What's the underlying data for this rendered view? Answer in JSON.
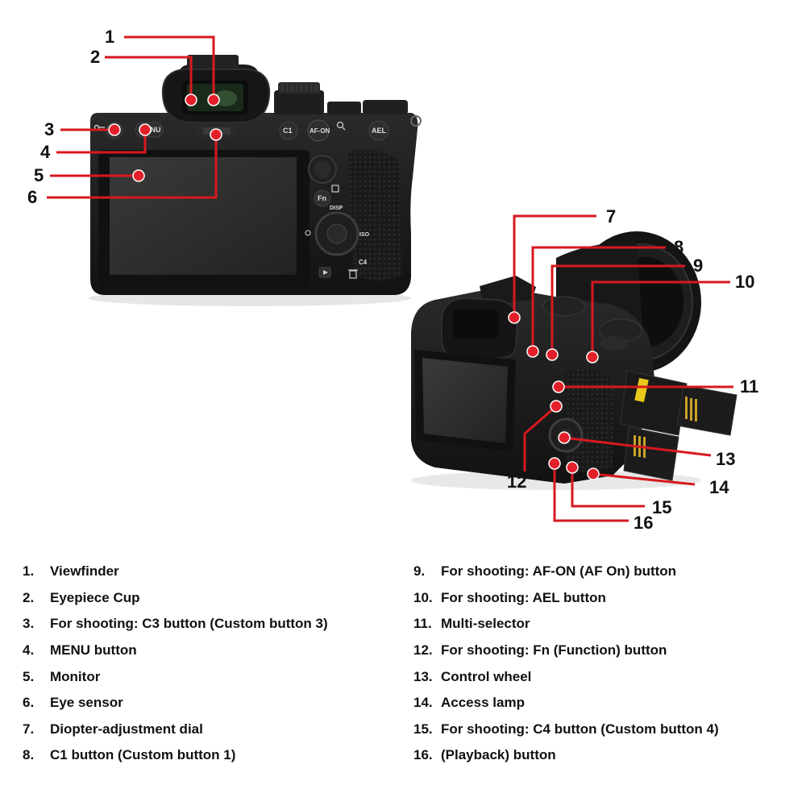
{
  "callouts": [
    {
      "id": 1,
      "label": "Viewfinder"
    },
    {
      "id": 2,
      "label": "Eyepiece Cup"
    },
    {
      "id": 3,
      "label": "For shooting: C3 button (Custom button 3)"
    },
    {
      "id": 4,
      "label": "MENU button"
    },
    {
      "id": 5,
      "label": "Monitor"
    },
    {
      "id": 6,
      "label": "Eye sensor"
    },
    {
      "id": 7,
      "label": "Diopter-adjustment dial"
    },
    {
      "id": 8,
      "label": "C1 button (Custom button 1)"
    },
    {
      "id": 9,
      "label": "For shooting: AF-ON (AF On) button"
    },
    {
      "id": 10,
      "label": "For shooting: AEL button"
    },
    {
      "id": 11,
      "label": "Multi-selector"
    },
    {
      "id": 12,
      "label": "For shooting: Fn (Function) button"
    },
    {
      "id": 13,
      "label": "Control wheel"
    },
    {
      "id": 14,
      "label": "Access lamp"
    },
    {
      "id": 15,
      "label": "For shooting: C4 button (Custom button 4)"
    },
    {
      "id": 16,
      "label": "(Playback) button"
    }
  ],
  "camera_labels": {
    "c3": "C3",
    "menu": "MENU",
    "c1": "C1",
    "af_on": "AF-ON",
    "ael": "AEL",
    "fn": "Fn",
    "disp": "DISP",
    "iso": "ISO",
    "c4": "C4"
  },
  "colors": {
    "accent": "#e3202a",
    "leader": "#d71920",
    "camera_body": "#1c1c1c"
  },
  "icons": [
    "key-icon",
    "zoom-icon",
    "playback-icon",
    "trash-icon",
    "timer-icon",
    "input-icon"
  ]
}
